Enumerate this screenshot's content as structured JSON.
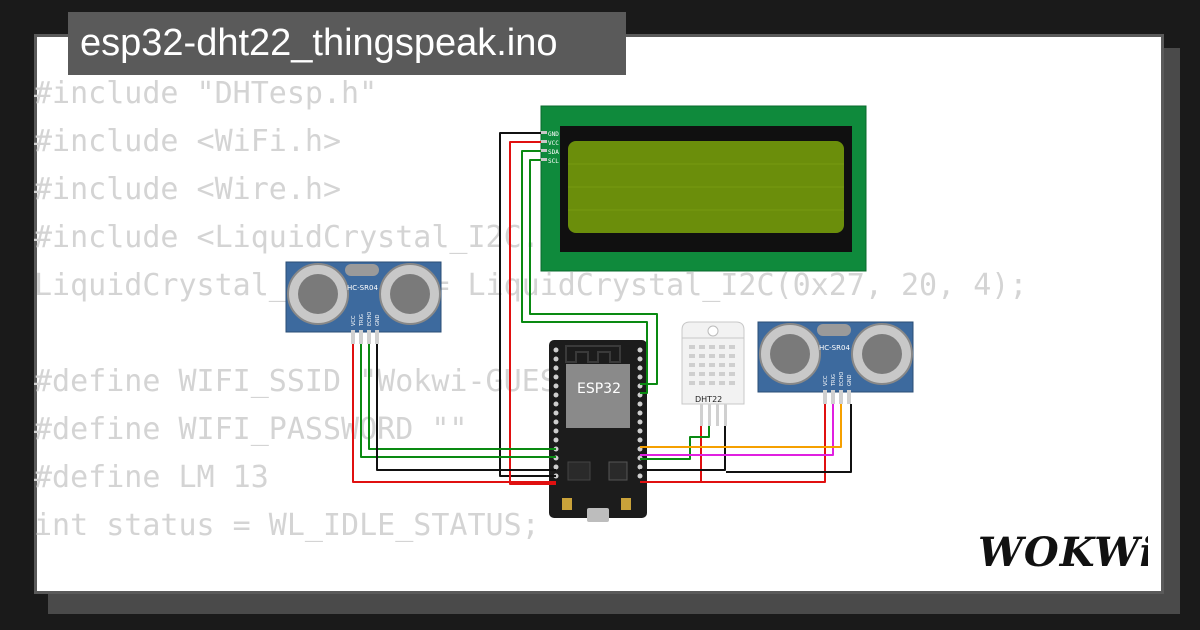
{
  "title": "esp32-dht22_thingspeak.ino",
  "code_lines": [
    "#include \"DHTesp.h\"",
    "#include <WiFi.h>",
    "#include <Wire.h>",
    "#include <LiquidCrystal_I2C.h>",
    "LiquidCrystal_I2C LCD = LiquidCrystal_I2C(0x27, 20, 4);",
    "",
    "#define WIFI_SSID \"Wokwi-GUEST\"",
    "#define WIFI_PASSWORD \"\"",
    "#define LM 13",
    "int status = WL_IDLE_STATUS;"
  ],
  "components": {
    "esp32_label": "ESP32",
    "dht_label": "DHT22",
    "sensor1_label": "HC-SR04",
    "sensor2_label": "HC-SR04",
    "sensor_pins": [
      "VCC",
      "TRIG",
      "ECHO",
      "GND"
    ],
    "lcd_pins": [
      "GND",
      "VCC",
      "SDA",
      "SCL"
    ]
  },
  "logo_text": "WOKWi",
  "colors": {
    "background": "#1a1a1a",
    "card": "#ffffff",
    "title_bg": "#5a5a5a",
    "code_text": "#d4d4d4",
    "lcd_board": "#0f8a3c",
    "lcd_screen": "#6b8e0b",
    "sensor_board": "#3d6a9e",
    "esp32_board": "#1c1c1c",
    "wire_red": "#e01010",
    "wire_black": "#111111",
    "wire_green": "#0a8a12",
    "wire_orange": "#f5a000",
    "wire_magenta": "#e020e0"
  }
}
